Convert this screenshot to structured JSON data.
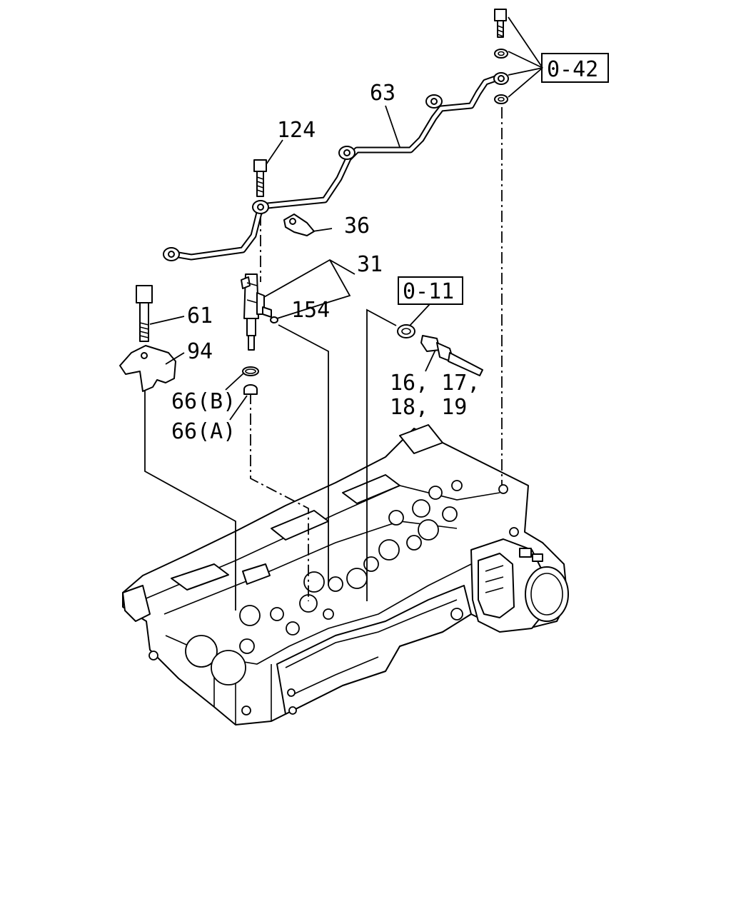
{
  "callouts": {
    "c124": "124",
    "c63": "63",
    "c36": "36",
    "c31": "31",
    "c154": "154",
    "c61": "61",
    "c94": "94",
    "c66b": "66(B)",
    "c66a": "66(A)",
    "c16_line1": "16, 17,",
    "c16_line2": "18, 19"
  },
  "references": {
    "ref_0_42": "0-42",
    "ref_0_11": "0-11"
  }
}
